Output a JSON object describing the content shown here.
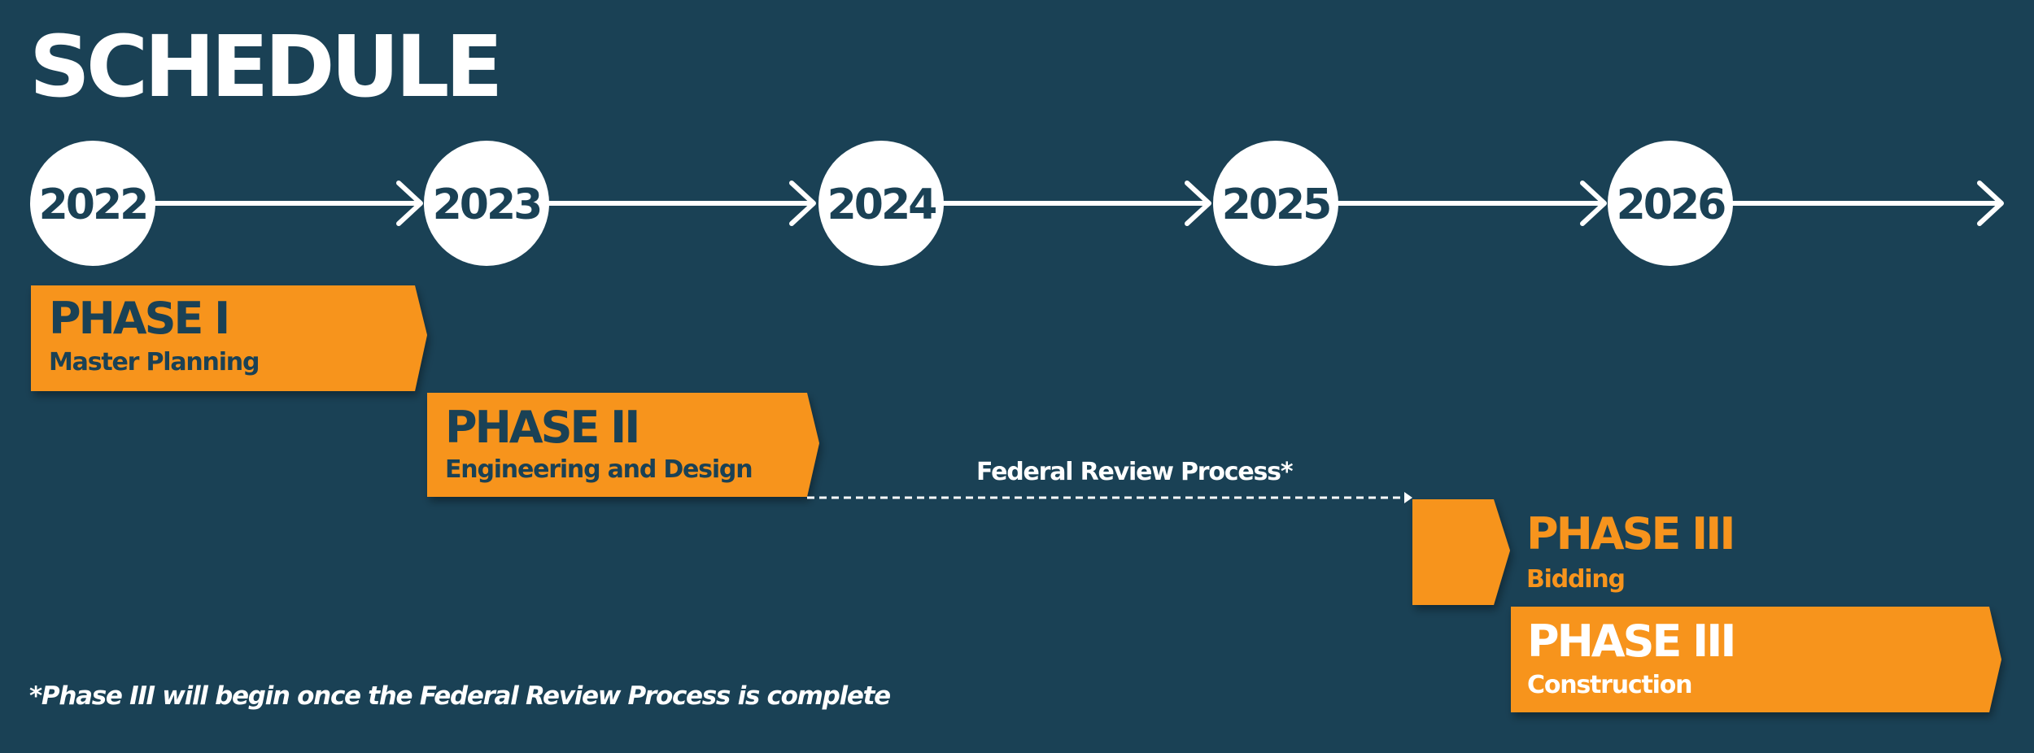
{
  "title": "SCHEDULE",
  "timeline": {
    "years": [
      "2022",
      "2023",
      "2024",
      "2025",
      "2026"
    ]
  },
  "phases": [
    {
      "title": "PHASE I",
      "subtitle": "Master Planning"
    },
    {
      "title": "PHASE II",
      "subtitle": "Engineering and Design"
    },
    {
      "title": "PHASE III",
      "subtitle": "Bidding"
    },
    {
      "title": "PHASE III",
      "subtitle": "Construction"
    }
  ],
  "review": {
    "label": "Federal Review Process*"
  },
  "footnote": "*Phase III will begin once the Federal Review Process is complete",
  "colors": {
    "background": "#1a4155",
    "accent": "#f7941d",
    "circle": "#ffffff",
    "text_dark": "#1a4155",
    "text_light": "#ffffff"
  }
}
